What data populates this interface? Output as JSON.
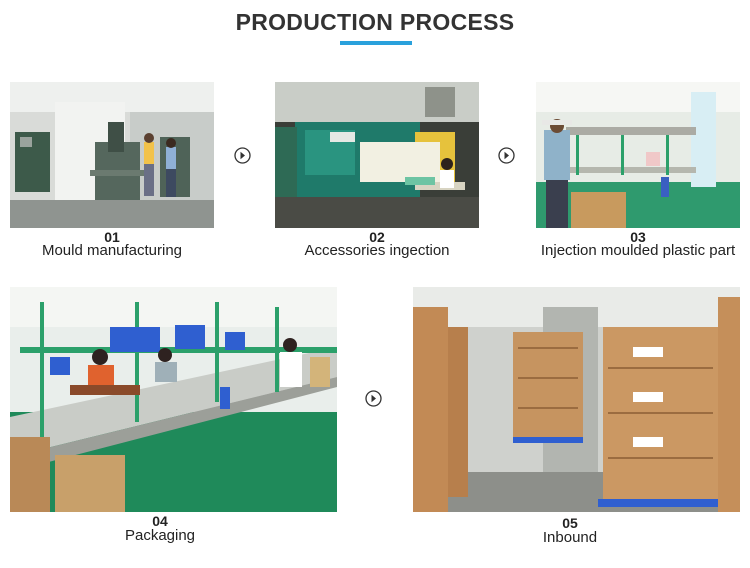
{
  "header": {
    "title": "PRODUCTION PROCESS",
    "accent_color": "#2aa1dc"
  },
  "steps": [
    {
      "number": "01",
      "label": "Mould manufacturing"
    },
    {
      "number": "02",
      "label": "Accessories ingection"
    },
    {
      "number": "03",
      "label": "Injection moulded plastic part"
    },
    {
      "number": "04",
      "label": "Packaging"
    },
    {
      "number": "05",
      "label": "Inbound"
    }
  ],
  "icons": {
    "next": "circle-arrow-right-icon"
  }
}
